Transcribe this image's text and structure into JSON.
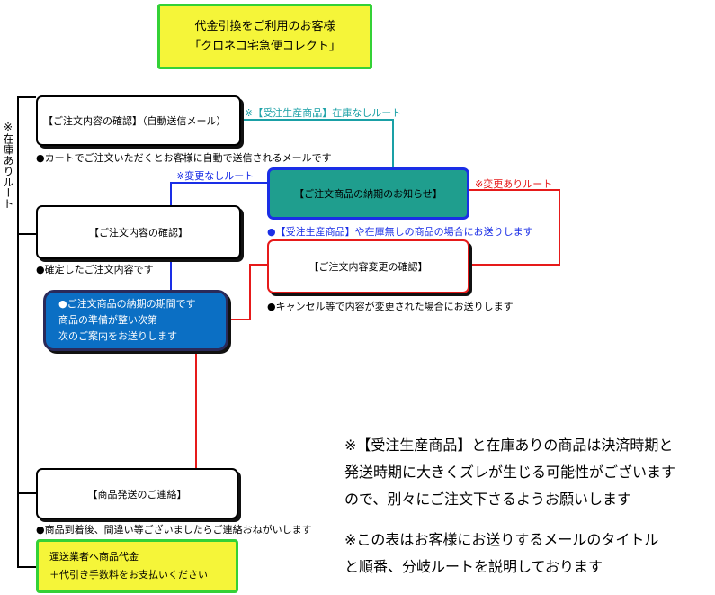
{
  "title": {
    "line1": "代金引換をご利用のお客様",
    "line2": "「クロネコ宅急便コレクト」"
  },
  "side_label": "※在庫ありルート",
  "boxes": {
    "order_confirm_auto": "【ご注文内容の確認】（自動送信メール）",
    "delivery_notice": "【ご注文商品の納期のお知らせ】",
    "order_confirm": "【ご注文内容の確認】",
    "order_change_confirm": "【ご注文内容変更の確認】",
    "delivery_period": {
      "line1": "●ご注文商品の納期の期間です",
      "line2": "商品の準備が整い次第",
      "line3": "次のご案内をお送りします"
    },
    "shipping_notice": "【商品発送のご連絡】",
    "payment": {
      "line1": "運送業者へ商品代金",
      "line2": "＋代引き手数料をお支払いください"
    }
  },
  "notes": {
    "auto_mail": "●カートでご注文いただくとお客様に自動で送信されるメールです",
    "confirmed_order": "●確定したご注文内容です",
    "made_to_order_notice": "●【受注生産商品】や在庫無しの商品の場合にお送りします",
    "cancel_change": "●キャンセル等で内容が変更された場合にお送りします",
    "arrival": "●商品到着後、間違い等ございましたらご連絡おねがいします"
  },
  "route_labels": {
    "no_stock": "※【受注生産商品】在庫なしルート",
    "no_change": "※変更なしルート",
    "with_change": "※変更ありルート"
  },
  "footnotes": {
    "fn1_line1": "※【受注生産商品】と在庫ありの商品は決済時期と",
    "fn1_line2": "発送時期に大きくズレが生じる可能性がございます",
    "fn1_line3": "ので、別々にご注文下さるようお願いします",
    "fn2_line1": "※この表はお客様にお送りするメールのタイトル",
    "fn2_line2": "と順番、分岐ルートを説明しております"
  },
  "colors": {
    "title_bg": "#f5f539",
    "title_border": "#34d136",
    "teal": "#1aa0a6",
    "blue": "#1a2ee6",
    "red": "#e61a1a",
    "delivery_notice_bg": "#1f9e8e",
    "delivery_period_bg": "#0b6fc4",
    "payment_bg": "#f5f539"
  }
}
